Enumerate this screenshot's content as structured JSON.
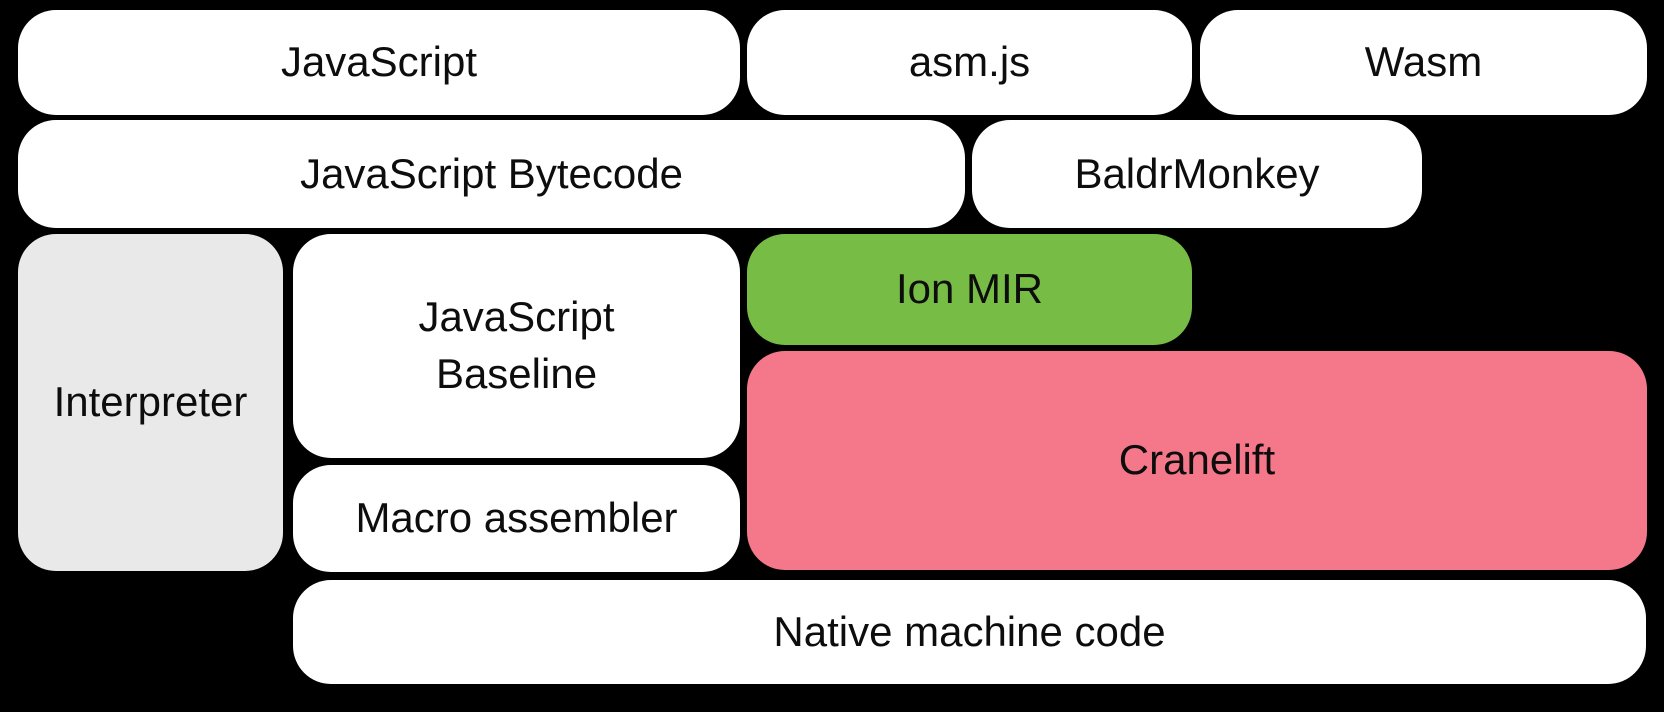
{
  "diagram": {
    "background_color": "#000000",
    "text_color": "#0d0d0d",
    "colors": {
      "default_box": "#ffffff",
      "interpreter_gray": "#e9e9e9",
      "ion_mir_green": "#77bd45",
      "cranelift_pink": "#f5788a"
    },
    "boxes": {
      "javascript": {
        "label": "JavaScript"
      },
      "asm_js": {
        "label": "asm.js"
      },
      "wasm": {
        "label": "Wasm"
      },
      "javascript_bytecode": {
        "label": "JavaScript Bytecode"
      },
      "baldrmonkey": {
        "label": "BaldrMonkey"
      },
      "interpreter": {
        "label": "Interpreter"
      },
      "javascript_baseline": {
        "line1": "JavaScript",
        "line2": "Baseline"
      },
      "ion_mir": {
        "label": "Ion MIR"
      },
      "cranelift": {
        "label": "Cranelift"
      },
      "macro_assembler": {
        "label": "Macro assembler"
      },
      "native_machine_code": {
        "label": "Native machine code"
      }
    }
  }
}
